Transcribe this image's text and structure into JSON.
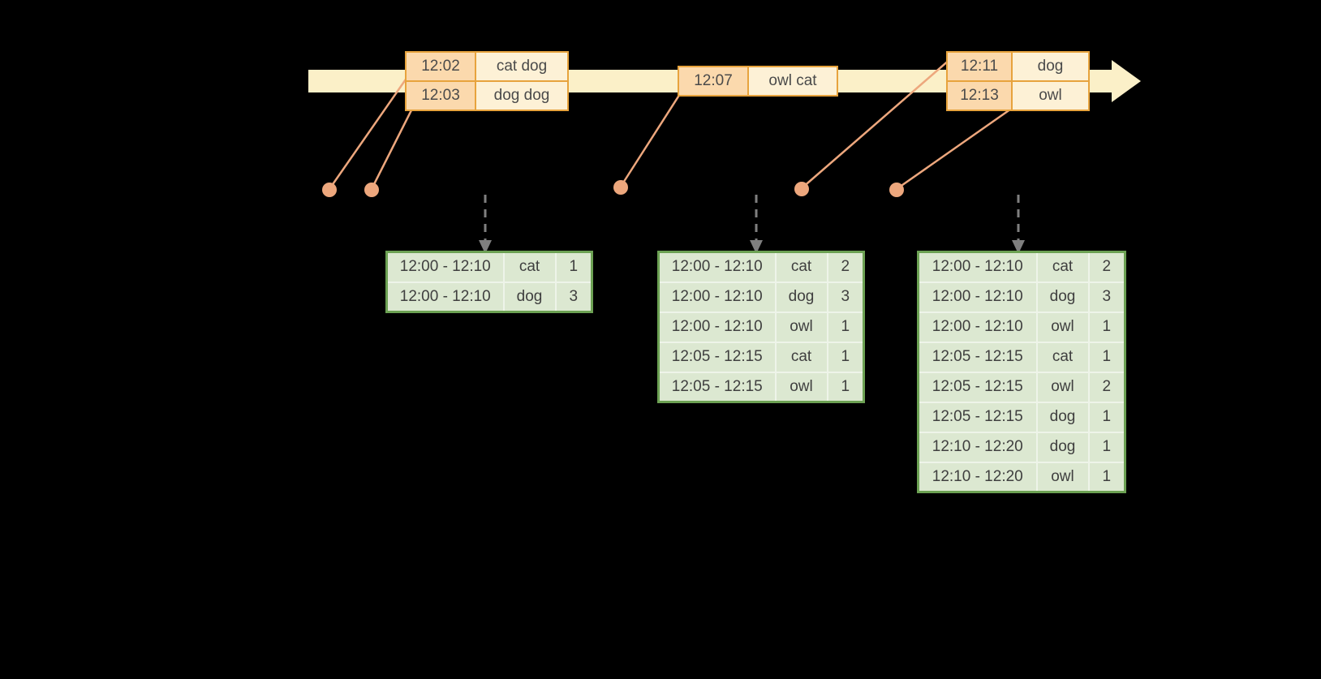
{
  "colors": {
    "background": "#000000",
    "timeline_arrow": "#fbf0c8",
    "event_table_border": "#e7a33d",
    "event_time_cell_fill": "#fbd9ad",
    "event_words_cell_fill": "#fdf1d6",
    "connector_line": "#eda77d",
    "event_point_dot": "#eda77d",
    "trigger_arrow": "#7f7f7f",
    "result_table_border": "#6ca153",
    "result_cell_fill": "#dce8d1"
  },
  "event_tables": [
    {
      "rows": [
        {
          "time": "12:02",
          "words": "cat dog"
        },
        {
          "time": "12:03",
          "words": "dog dog"
        }
      ]
    },
    {
      "rows": [
        {
          "time": "12:07",
          "words": "owl cat"
        }
      ]
    },
    {
      "rows": [
        {
          "time": "12:11",
          "words": "dog"
        },
        {
          "time": "12:13",
          "words": "owl"
        }
      ]
    }
  ],
  "result_tables": [
    {
      "rows": [
        {
          "window": "12:00 - 12:10",
          "word": "cat",
          "count": "1"
        },
        {
          "window": "12:00 - 12:10",
          "word": "dog",
          "count": "3"
        }
      ]
    },
    {
      "rows": [
        {
          "window": "12:00 - 12:10",
          "word": "cat",
          "count": "2"
        },
        {
          "window": "12:00 - 12:10",
          "word": "dog",
          "count": "3"
        },
        {
          "window": "12:00 - 12:10",
          "word": "owl",
          "count": "1"
        },
        {
          "window": "12:05 - 12:15",
          "word": "cat",
          "count": "1"
        },
        {
          "window": "12:05 - 12:15",
          "word": "owl",
          "count": "1"
        }
      ]
    },
    {
      "rows": [
        {
          "window": "12:00 - 12:10",
          "word": "cat",
          "count": "2"
        },
        {
          "window": "12:00 - 12:10",
          "word": "dog",
          "count": "3"
        },
        {
          "window": "12:00 - 12:10",
          "word": "owl",
          "count": "1"
        },
        {
          "window": "12:05 - 12:15",
          "word": "cat",
          "count": "1"
        },
        {
          "window": "12:05 - 12:15",
          "word": "owl",
          "count": "2"
        },
        {
          "window": "12:05 - 12:15",
          "word": "dog",
          "count": "1"
        },
        {
          "window": "12:10 - 12:20",
          "word": "dog",
          "count": "1"
        },
        {
          "window": "12:10 - 12:20",
          "word": "owl",
          "count": "1"
        }
      ]
    }
  ]
}
